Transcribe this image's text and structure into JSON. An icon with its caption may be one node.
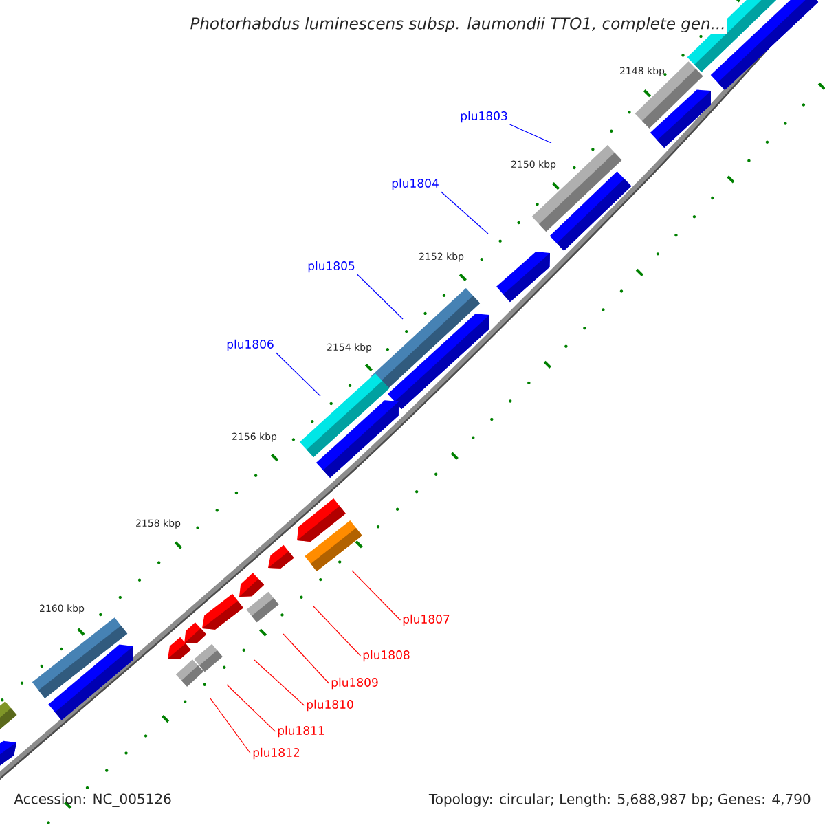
{
  "diagram": {
    "title": "Photorhabdus luminescens subsp. laumondii TTO1, complete gen...",
    "nodes": [
      {
        "text": [
          "plu1803"
        ]
      },
      {
        "text": [
          "plu1804"
        ]
      },
      {
        "text": [
          "plu1805"
        ]
      },
      {
        "text": [
          "plu1806"
        ]
      },
      {
        "text": [
          "plu1807"
        ]
      },
      {
        "text": [
          "plu1808"
        ]
      },
      {
        "text": [
          "plu1809"
        ]
      },
      {
        "text": [
          "plu1810"
        ]
      },
      {
        "text": [
          "plu1811"
        ]
      },
      {
        "text": [
          "plu1812"
        ]
      }
    ],
    "edges": [
      {
        "from": 0,
        "to": null,
        "arrow": "none",
        "color": "#0000ff"
      },
      {
        "from": 1,
        "to": null,
        "arrow": "none",
        "color": "#0000ff"
      },
      {
        "from": 2,
        "to": null,
        "arrow": "none",
        "color": "#0000ff"
      },
      {
        "from": 3,
        "to": null,
        "arrow": "none",
        "color": "#0000ff"
      },
      {
        "from": 4,
        "to": null,
        "arrow": "none"
      },
      {
        "from": 5,
        "to": null,
        "arrow": "none"
      },
      {
        "from": 6,
        "to": null,
        "arrow": "none"
      },
      {
        "from": 7,
        "to": null,
        "arrow": "none"
      },
      {
        "from": 8,
        "to": null,
        "arrow": "none"
      },
      {
        "from": 9,
        "to": null,
        "arrow": "none"
      }
    ],
    "labels": [
      "2148 kbp",
      "2150 kbp",
      "2152 kbp",
      "2154 kbp",
      "2156 kbp",
      "2158 kbp",
      "2160 kbp",
      "Accession: NC_005126",
      "Topology: circular; Length: 5,688,987 bp; Genes: 4,790"
    ]
  }
}
